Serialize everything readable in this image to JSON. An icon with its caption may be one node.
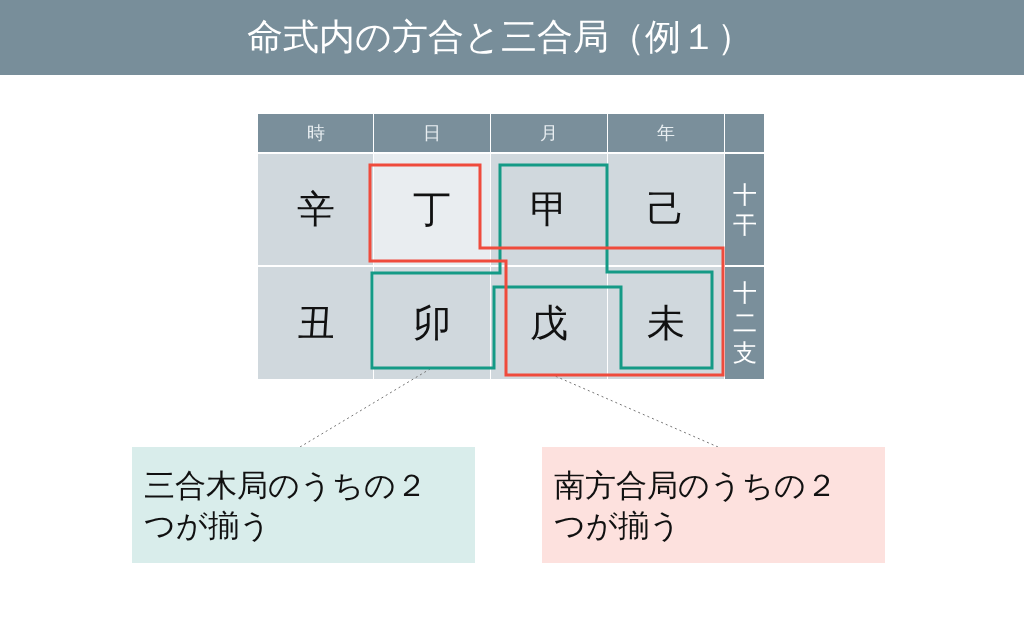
{
  "diagram": {
    "title": "命式内の方合と三合局（例１）",
    "nodes": [
      {
        "text": [],
        "shape": "box"
      },
      {
        "text": [],
        "shape": "box"
      },
      {
        "text": [
          "三合木局のうちの２つが揃う"
        ]
      },
      {
        "text": [
          "南方合局のうちの２つが揃う"
        ]
      }
    ],
    "edges": [
      {
        "from": 2,
        "to": 0,
        "arrow": "none",
        "style": "dashed"
      },
      {
        "from": 3,
        "to": 1,
        "arrow": "none",
        "style": "dashed"
      }
    ],
    "labels": [
      "時",
      "日",
      "月",
      "年",
      "辛",
      "丁",
      "甲",
      "己",
      "十干",
      "丑",
      "卯",
      "戊",
      "未",
      "十二支"
    ]
  }
}
